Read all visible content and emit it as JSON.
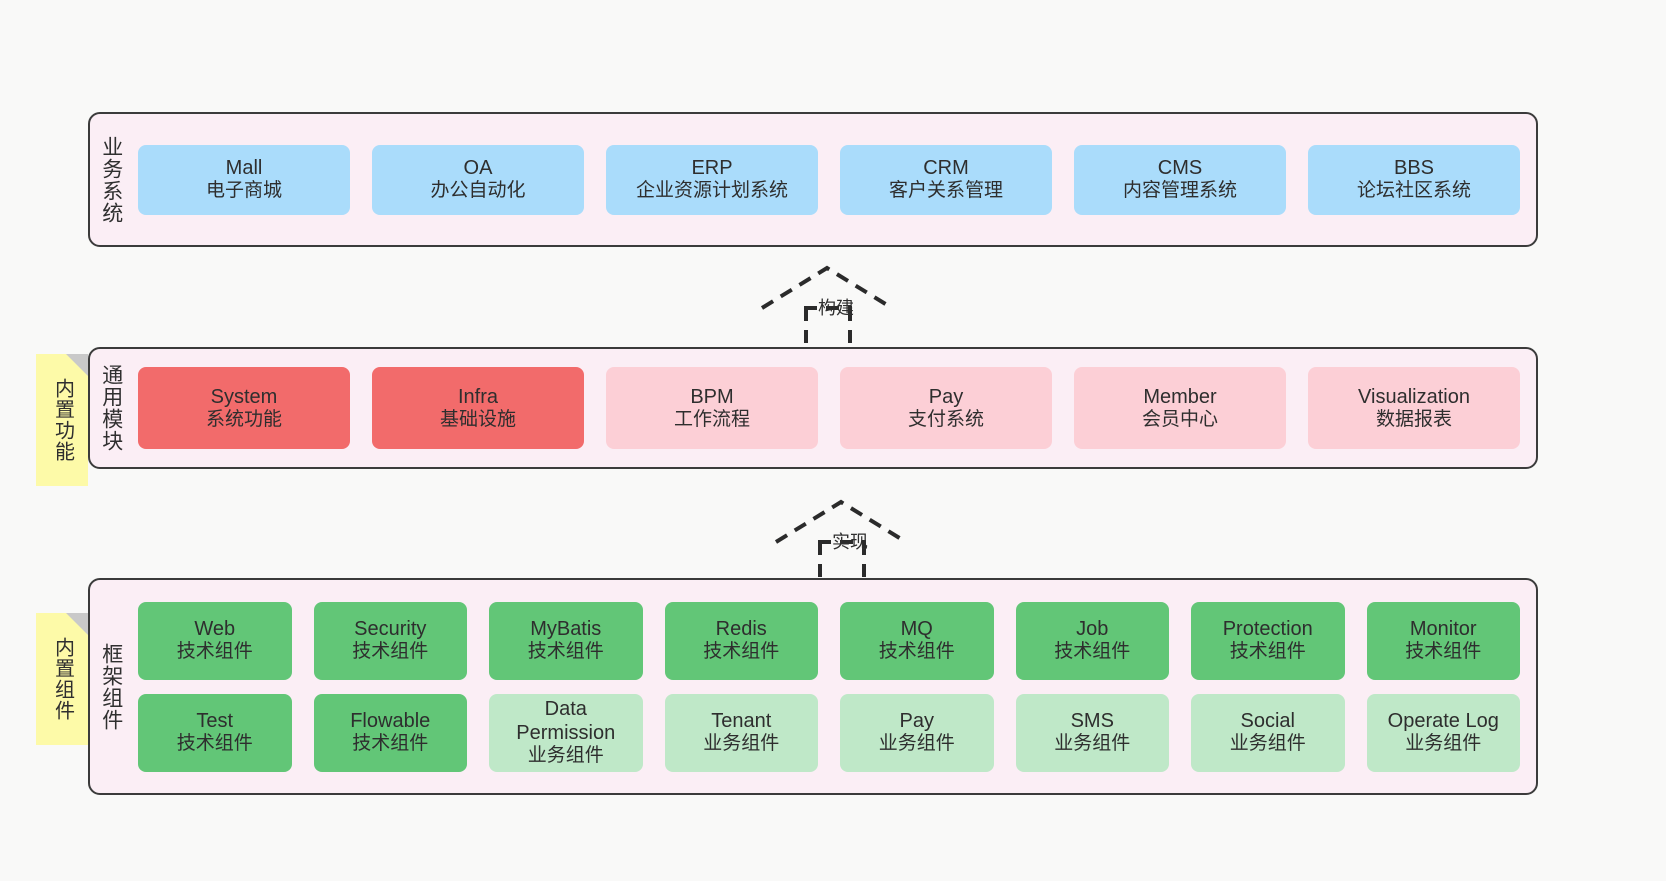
{
  "diagram": {
    "title": "",
    "colors": {
      "panel_bg": "#fbeef5",
      "panel_border": "#3b3b3b",
      "business_box": "#aadcfb",
      "module_box_strong": "#f26b6b",
      "module_box_soft": "#fccfd6",
      "component_tech": "#62c677",
      "component_biz": "#bfe8c8",
      "note_bg": "#fdfaa8",
      "note_fold": "#c9c9c9",
      "canvas_bg": "#f9f9f8"
    }
  },
  "layers": {
    "business": {
      "title": "业务系统",
      "items": [
        {
          "name": "Mall",
          "desc": "电子商城"
        },
        {
          "name": "OA",
          "desc": "办公自动化"
        },
        {
          "name": "ERP",
          "desc": "企业资源计划系统"
        },
        {
          "name": "CRM",
          "desc": "客户关系管理"
        },
        {
          "name": "CMS",
          "desc": "内容管理系统"
        },
        {
          "name": "BBS",
          "desc": "论坛社区系统"
        }
      ]
    },
    "modules": {
      "title": "通用模块",
      "note": "内置功能",
      "items": [
        {
          "name": "System",
          "desc": "系统功能",
          "style": "strong"
        },
        {
          "name": "Infra",
          "desc": "基础设施",
          "style": "strong"
        },
        {
          "name": "BPM",
          "desc": "工作流程",
          "style": "soft"
        },
        {
          "name": "Pay",
          "desc": "支付系统",
          "style": "soft"
        },
        {
          "name": "Member",
          "desc": "会员中心",
          "style": "soft"
        },
        {
          "name": "Visualization",
          "desc": "数据报表",
          "style": "soft"
        }
      ]
    },
    "framework": {
      "title": "框架组件",
      "note": "内置组件",
      "row1": [
        {
          "name": "Web",
          "desc": "技术组件"
        },
        {
          "name": "Security",
          "desc": "技术组件"
        },
        {
          "name": "MyBatis",
          "desc": "技术组件"
        },
        {
          "name": "Redis",
          "desc": "技术组件"
        },
        {
          "name": "MQ",
          "desc": "技术组件"
        },
        {
          "name": "Job",
          "desc": "技术组件"
        },
        {
          "name": "Protection",
          "desc": "技术组件"
        },
        {
          "name": "Monitor",
          "desc": "技术组件"
        }
      ],
      "row2": [
        {
          "name": "Test",
          "desc": "技术组件",
          "style": "tech"
        },
        {
          "name": "Flowable",
          "desc": "技术组件",
          "style": "tech"
        },
        {
          "name": "Data Permission",
          "desc": "业务组件",
          "style": "biz"
        },
        {
          "name": "Tenant",
          "desc": "业务组件",
          "style": "biz"
        },
        {
          "name": "Pay",
          "desc": "业务组件",
          "style": "biz"
        },
        {
          "name": "SMS",
          "desc": "业务组件",
          "style": "biz"
        },
        {
          "name": "Social",
          "desc": "业务组件",
          "style": "biz"
        },
        {
          "name": "Operate Log",
          "desc": "业务组件",
          "style": "biz"
        }
      ]
    }
  },
  "connectors": [
    {
      "label": "构建"
    },
    {
      "label": "实现"
    }
  ]
}
